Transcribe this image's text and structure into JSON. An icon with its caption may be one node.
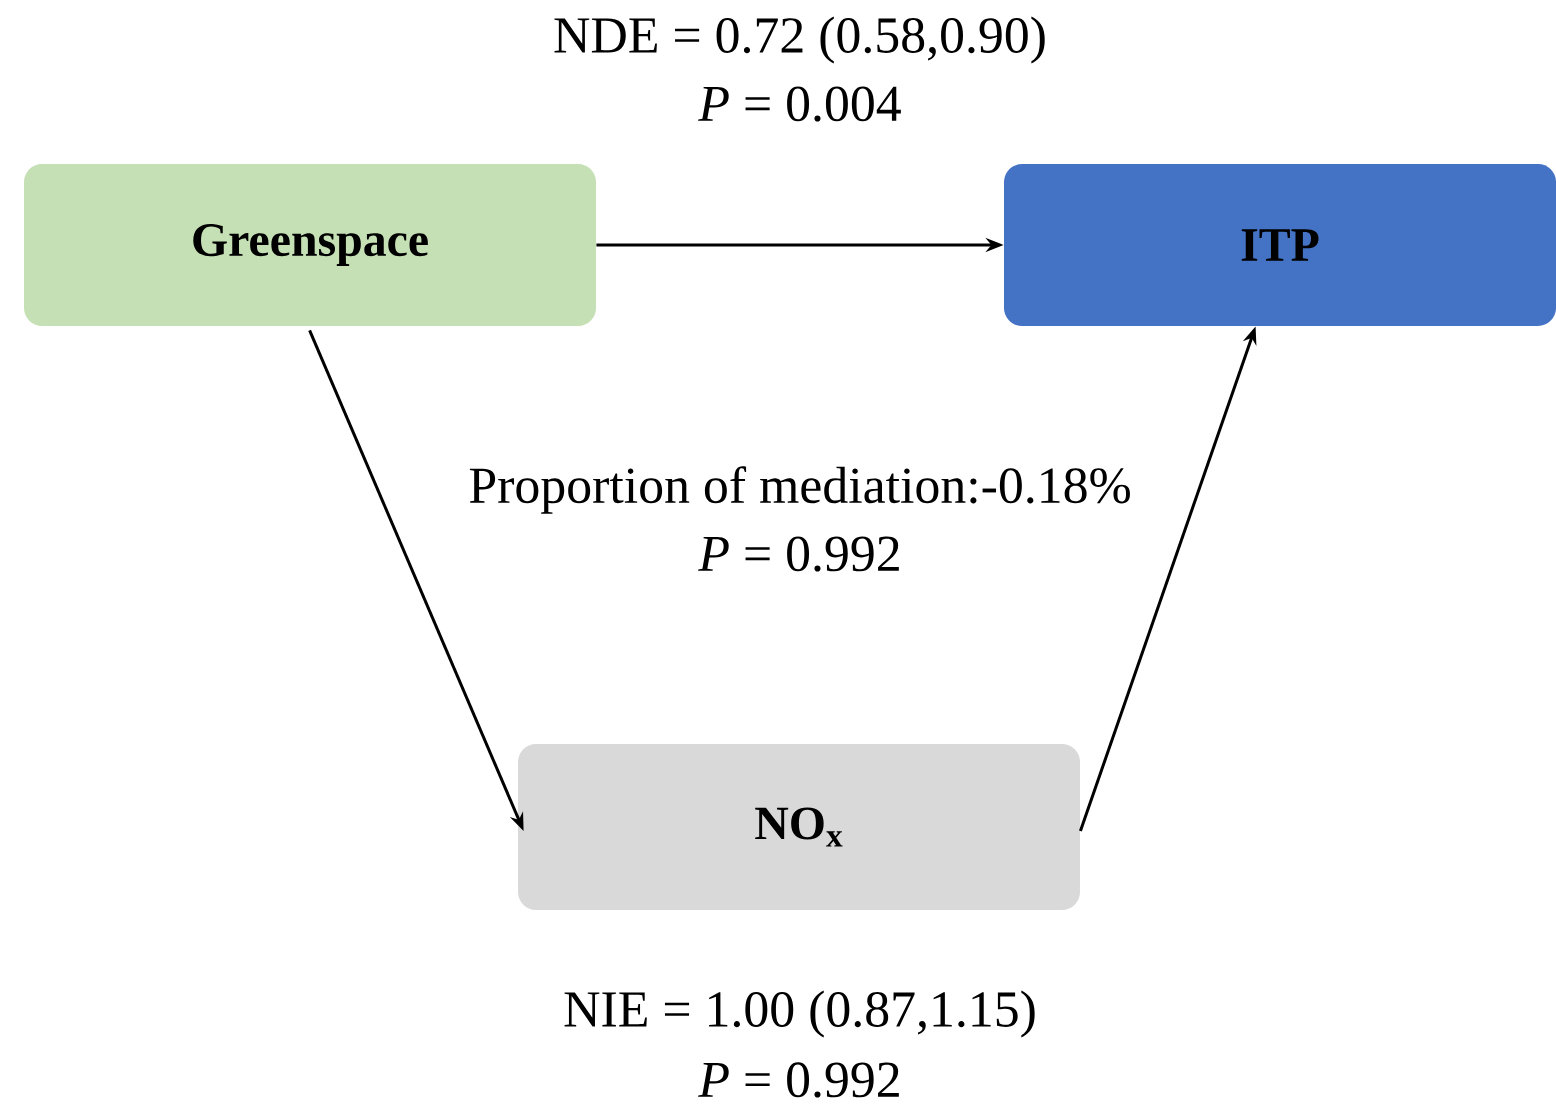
{
  "diagram": {
    "nodes": [
      {
        "text": [
          "Greenspace"
        ]
      },
      {
        "text": [
          "ITP"
        ]
      },
      {
        "text": [
          "NO$_{x}$"
        ]
      }
    ],
    "edges": [
      {
        "from": 0,
        "to": 1,
        "arrow": "to"
      },
      {
        "from": 0,
        "to": 2,
        "arrow": "to"
      },
      {
        "from": 2,
        "to": 1,
        "arrow": "to"
      }
    ],
    "labels": [
      "NDE = 0.72 (0.58,0.90)",
      "*P* = 0.004",
      "Proportion of mediation:-0.18%",
      "*P* = 0.992",
      "NIE = 1.00 (0.87,1.15)",
      "*P* = 0.992"
    ]
  }
}
